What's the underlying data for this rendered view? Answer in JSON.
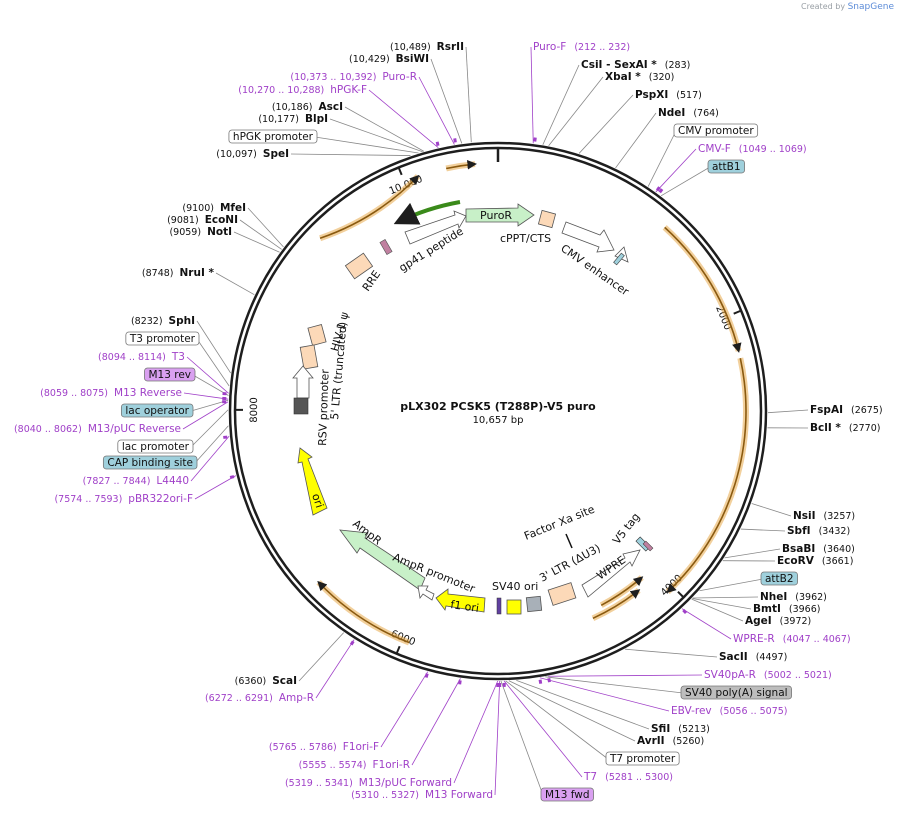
{
  "credit": {
    "prefix": "Created by",
    "brand": "SnapGene"
  },
  "plasmid": {
    "name": "pLX302 PCSK5 (T288P)-V5 puro",
    "length_label": "10,657 bp",
    "length": 10657
  },
  "ticks": [
    {
      "pos": 2000,
      "label": "2000"
    },
    {
      "pos": 4000,
      "label": "4000"
    },
    {
      "pos": 6000,
      "label": "6000"
    },
    {
      "pos": 8000,
      "label": "8000"
    },
    {
      "pos": 10000,
      "label": "10,000"
    }
  ],
  "colors": {
    "backbone": "#1e1e1e",
    "orf_orange": "#e8a94a",
    "primer": "#a040c8",
    "site_black": "#111111",
    "feature_blue": "#9fd0dc",
    "feature_gray": "#bdbdbd",
    "feature_purple": "#d9a0f0",
    "arrow_green": "#c8f0c8",
    "arrow_yellow": "#ffff00",
    "box_peach": "#fcd9b8",
    "gp41_green": "#3a8a1a"
  },
  "features_inner": [
    {
      "id": "puror",
      "label": "PuroR",
      "type": "arrow-green"
    },
    {
      "id": "cppt",
      "label": "cPPT/CTS",
      "type": "box-peach"
    },
    {
      "id": "cmv-enh",
      "label": "CMV enhancer",
      "type": "arrow-white"
    },
    {
      "id": "gp41",
      "label": "gp41 peptide",
      "type": "arrow-white"
    },
    {
      "id": "rre",
      "label": "RRE",
      "type": "box-peach"
    },
    {
      "id": "hiv-psi",
      "label": "HIV-1 ψ",
      "type": "box-peach"
    },
    {
      "id": "ltr5",
      "label": "5' LTR (truncated)",
      "type": "box-peach"
    },
    {
      "id": "rsv",
      "label": "RSV promoter",
      "type": "arrow-white"
    },
    {
      "id": "ori",
      "label": "ori",
      "type": "arrow-yellow"
    },
    {
      "id": "ampr",
      "label": "AmpR",
      "type": "arrow-green"
    },
    {
      "id": "ampr-prom",
      "label": "AmpR promoter",
      "type": "arrow-white"
    },
    {
      "id": "f1ori",
      "label": "f1 ori",
      "type": "arrow-yellow"
    },
    {
      "id": "sv40ori",
      "label": "SV40 ori",
      "type": "box-yellow"
    },
    {
      "id": "ltr3",
      "label": "3' LTR (ΔU3)",
      "type": "box-peach"
    },
    {
      "id": "wpre",
      "label": "WPRE",
      "type": "arrow-white"
    },
    {
      "id": "v5",
      "label": "V5 tag",
      "type": "box-blue"
    },
    {
      "id": "factorxa",
      "label": "Factor Xa site",
      "type": "line"
    }
  ],
  "labels": [
    {
      "id": "rsrii",
      "pos": "(10,489)",
      "name": "RsrII",
      "kind": "site"
    },
    {
      "id": "bsiwi",
      "pos": "(10,429)",
      "name": "BsiWI",
      "kind": "site"
    },
    {
      "id": "puro-r",
      "pos": "(10,373 .. 10,392)",
      "name": "Puro-R",
      "kind": "primer"
    },
    {
      "id": "hpgk-f",
      "pos": "(10,270 .. 10,288)",
      "name": "hPGK-F",
      "kind": "primer"
    },
    {
      "id": "asci",
      "pos": "(10,186)",
      "name": "AscI",
      "kind": "site"
    },
    {
      "id": "blpi",
      "pos": "(10,177)",
      "name": "BlpI",
      "kind": "site"
    },
    {
      "id": "hpgk-prom",
      "pos": "",
      "name": "hPGK promoter",
      "kind": "feature-white"
    },
    {
      "id": "spei",
      "pos": "(10,097)",
      "name": "SpeI",
      "kind": "site"
    },
    {
      "id": "mfei",
      "pos": "(9100)",
      "name": "MfeI",
      "kind": "site"
    },
    {
      "id": "econi",
      "pos": "(9081)",
      "name": "EcoNI",
      "kind": "site"
    },
    {
      "id": "noti",
      "pos": "(9059)",
      "name": "NotI",
      "kind": "site"
    },
    {
      "id": "nrui",
      "pos": "(8748)",
      "name": "NruI *",
      "kind": "site"
    },
    {
      "id": "sphi",
      "pos": "(8232)",
      "name": "SphI",
      "kind": "site"
    },
    {
      "id": "t3-prom",
      "pos": "",
      "name": "T3 promoter",
      "kind": "feature-white"
    },
    {
      "id": "t3",
      "pos": "(8094 .. 8114)",
      "name": "T3",
      "kind": "primer"
    },
    {
      "id": "m13rev",
      "pos": "",
      "name": "M13 rev",
      "kind": "feature-purple"
    },
    {
      "id": "m13-reverse",
      "pos": "(8059 .. 8075)",
      "name": "M13 Reverse",
      "kind": "primer"
    },
    {
      "id": "lac-op",
      "pos": "",
      "name": "lac operator",
      "kind": "feature-blue"
    },
    {
      "id": "m13-puc-rev",
      "pos": "(8040 .. 8062)",
      "name": "M13/pUC Reverse",
      "kind": "primer"
    },
    {
      "id": "lac-prom",
      "pos": "",
      "name": "lac promoter",
      "kind": "feature-white"
    },
    {
      "id": "cap",
      "pos": "",
      "name": "CAP binding site",
      "kind": "feature-blue"
    },
    {
      "id": "l4440",
      "pos": "(7827 .. 7844)",
      "name": "L4440",
      "kind": "primer"
    },
    {
      "id": "pbr322",
      "pos": "(7574 .. 7593)",
      "name": "pBR322ori-F",
      "kind": "primer"
    },
    {
      "id": "scai",
      "pos": "(6360)",
      "name": "ScaI",
      "kind": "site"
    },
    {
      "id": "amp-r",
      "pos": "(6272 .. 6291)",
      "name": "Amp-R",
      "kind": "primer"
    },
    {
      "id": "f1ori-f",
      "pos": "(5765 .. 5786)",
      "name": "F1ori-F",
      "kind": "primer"
    },
    {
      "id": "f1ori-r",
      "pos": "(5555 .. 5574)",
      "name": "F1ori-R",
      "kind": "primer"
    },
    {
      "id": "m13puc-fwd",
      "pos": "(5319 .. 5341)",
      "name": "M13/pUC Forward",
      "kind": "primer"
    },
    {
      "id": "m13-forward",
      "pos": "(5310 .. 5327)",
      "name": "M13 Forward",
      "kind": "primer"
    },
    {
      "id": "m13fwd",
      "pos": "",
      "name": "M13 fwd",
      "kind": "feature-purple"
    },
    {
      "id": "t7",
      "pos": "(5281 .. 5300)",
      "name": "T7",
      "kind": "primer"
    },
    {
      "id": "t7-prom",
      "pos": "",
      "name": "T7 promoter",
      "kind": "feature-white"
    },
    {
      "id": "avrii",
      "pos": "(5260)",
      "name": "AvrII",
      "kind": "site"
    },
    {
      "id": "sfii",
      "pos": "(5213)",
      "name": "SfiI",
      "kind": "site"
    },
    {
      "id": "ebv-rev",
      "pos": "(5056 .. 5075)",
      "name": "EBV-rev",
      "kind": "primer"
    },
    {
      "id": "sv40pa",
      "pos": "",
      "name": "SV40 poly(A) signal",
      "kind": "feature-gray"
    },
    {
      "id": "sv40pa-r",
      "pos": "(5002 .. 5021)",
      "name": "SV40pA-R",
      "kind": "primer"
    },
    {
      "id": "sacii",
      "pos": "(4497)",
      "name": "SacII",
      "kind": "site"
    },
    {
      "id": "wpre-r",
      "pos": "(4047 .. 4067)",
      "name": "WPRE-R",
      "kind": "primer"
    },
    {
      "id": "agei",
      "pos": "(3972)",
      "name": "AgeI",
      "kind": "site"
    },
    {
      "id": "bmti",
      "pos": "(3966)",
      "name": "BmtI",
      "kind": "site"
    },
    {
      "id": "nhei",
      "pos": "(3962)",
      "name": "NheI",
      "kind": "site"
    },
    {
      "id": "attb2",
      "pos": "",
      "name": "attB2",
      "kind": "feature-blue"
    },
    {
      "id": "ecorv",
      "pos": "(3661)",
      "name": "EcoRV",
      "kind": "site"
    },
    {
      "id": "bsabi",
      "pos": "(3640)",
      "name": "BsaBI",
      "kind": "site"
    },
    {
      "id": "sbfi",
      "pos": "(3432)",
      "name": "SbfI",
      "kind": "site"
    },
    {
      "id": "nsii",
      "pos": "(3257)",
      "name": "NsiI",
      "kind": "site"
    },
    {
      "id": "bcli",
      "pos": "(2770)",
      "name": "BclI *",
      "kind": "site"
    },
    {
      "id": "fspai",
      "pos": "(2675)",
      "name": "FspAI",
      "kind": "site"
    },
    {
      "id": "attb1",
      "pos": "",
      "name": "attB1",
      "kind": "feature-blue"
    },
    {
      "id": "cmv-f",
      "pos": "(1049 .. 1069)",
      "name": "CMV-F",
      "kind": "primer"
    },
    {
      "id": "cmv-prom",
      "pos": "",
      "name": "CMV promoter",
      "kind": "feature-white"
    },
    {
      "id": "ndei",
      "pos": "(764)",
      "name": "NdeI",
      "kind": "site"
    },
    {
      "id": "pspxi",
      "pos": "(517)",
      "name": "PspXI",
      "kind": "site"
    },
    {
      "id": "xbai",
      "pos": "(320)",
      "name": "XbaI *",
      "kind": "site"
    },
    {
      "id": "csii",
      "pos": "(283)",
      "name": "CsiI  - SexAI *",
      "kind": "site"
    },
    {
      "id": "puro-f",
      "pos": "(212 .. 232)",
      "name": "Puro-F",
      "kind": "primer"
    }
  ]
}
